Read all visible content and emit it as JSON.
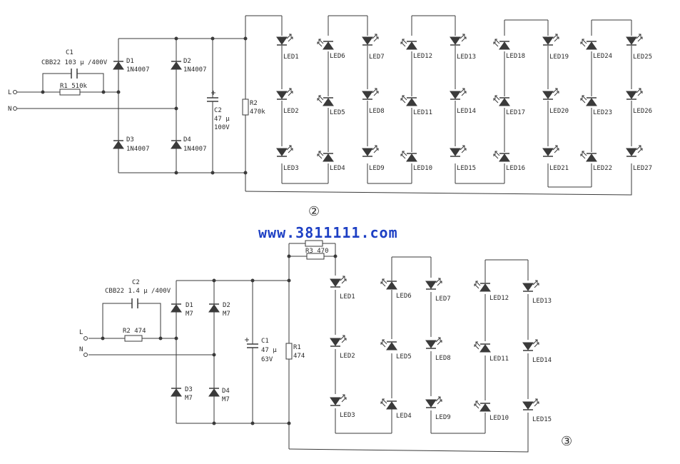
{
  "watermark": "www.3811111.com",
  "colors": {
    "wire": "#3a3a3a",
    "text": "#2a2a2a",
    "watermark": "#1d3fc4",
    "background": "#ffffff"
  },
  "diagram2": {
    "number": "②",
    "terminal_L": "L",
    "terminal_N": "N",
    "cap_C1": {
      "ref": "C1",
      "value": "CBB22 103 μ /400V"
    },
    "res_R1": {
      "ref": "R1",
      "value": "510k",
      "label": "R1 510k"
    },
    "cap_C2": {
      "ref": "C2",
      "value1": "47 μ",
      "value2": "100V"
    },
    "res_R2": {
      "ref": "R2",
      "value": "470k"
    },
    "diodes": [
      {
        "ref": "D1",
        "part": "1N4007"
      },
      {
        "ref": "D2",
        "part": "1N4007"
      },
      {
        "ref": "D3",
        "part": "1N4007"
      },
      {
        "ref": "D4",
        "part": "1N4007"
      }
    ],
    "leds": [
      "LED1",
      "LED2",
      "LED3",
      "LED4",
      "LED5",
      "LED6",
      "LED7",
      "LED8",
      "LED9",
      "LED10",
      "LED11",
      "LED12",
      "LED13",
      "LED14",
      "LED15",
      "LED16",
      "LED17",
      "LED18",
      "LED19",
      "LED20",
      "LED21",
      "LED22",
      "LED23",
      "LED24",
      "LED25",
      "LED26",
      "LED27"
    ]
  },
  "diagram3": {
    "number": "③",
    "terminal_L": "L",
    "terminal_N": "N",
    "cap_C2": {
      "ref": "C2",
      "value": "CBB22 1.4 μ /400V"
    },
    "res_R2": {
      "ref": "R2",
      "value": "474",
      "label": "R2 474"
    },
    "cap_C1": {
      "ref": "C1",
      "value1": "47 μ",
      "value2": "63V"
    },
    "res_R1": {
      "ref": "R1",
      "value": "474"
    },
    "res_R3": {
      "ref": "R3",
      "value": "470",
      "label": "R3 470"
    },
    "diodes": [
      {
        "ref": "D1",
        "part": "M7"
      },
      {
        "ref": "D2",
        "part": "M7"
      },
      {
        "ref": "D3",
        "part": "M7"
      },
      {
        "ref": "D4",
        "part": "M7"
      }
    ],
    "leds": [
      "LED1",
      "LED2",
      "LED3",
      "LED4",
      "LED5",
      "LED6",
      "LED7",
      "LED8",
      "LED9",
      "LED10",
      "LED11",
      "LED12",
      "LED13",
      "LED14",
      "LED15"
    ]
  }
}
